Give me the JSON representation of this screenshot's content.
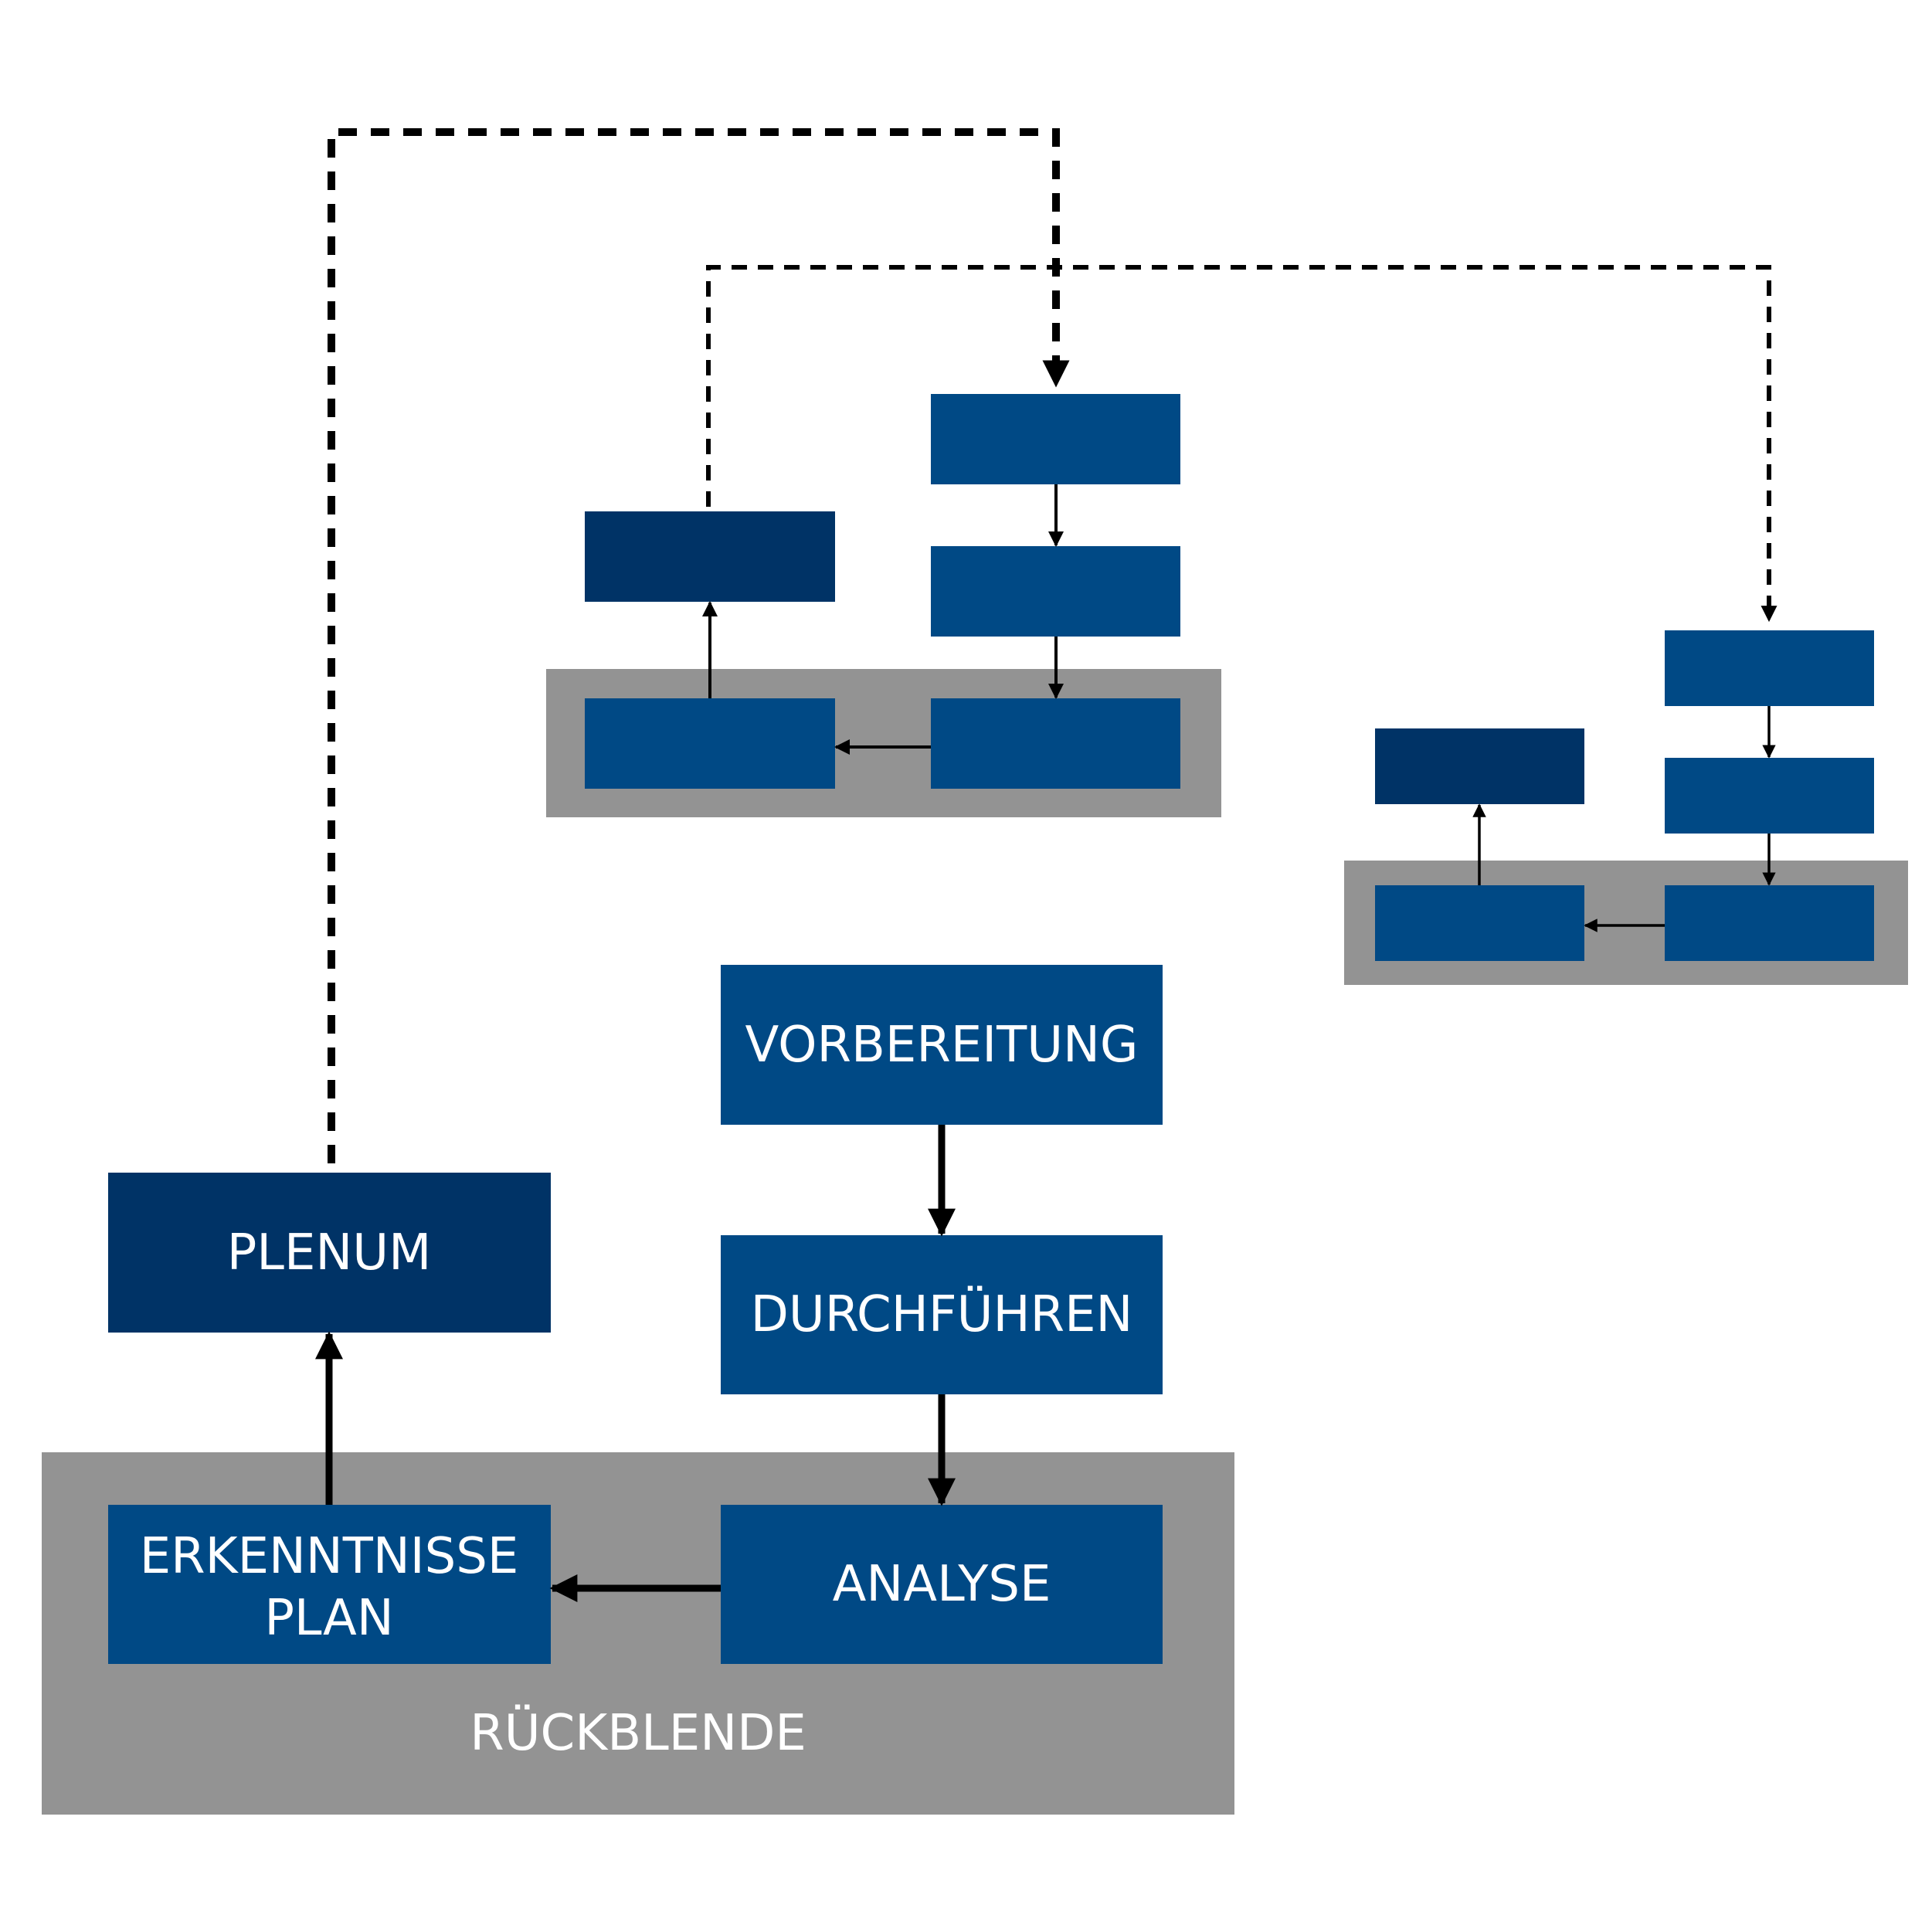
{
  "colors": {
    "background": "#ffffff",
    "step_blue": "#004985",
    "dark_blue": "#003366",
    "group_gray": "#939393",
    "connector": "#000000"
  },
  "main": {
    "group_label": "RÜCKBLENDE",
    "vorbereitung": "VORBEREITUNG",
    "durchfuehren": "DURCHFÜHREN",
    "analyse": "ANALYSE",
    "erkenntnisse_line1": "ERKENNTNISSE",
    "erkenntnisse_line2": "PLAN",
    "plenum": "PLENUM"
  }
}
